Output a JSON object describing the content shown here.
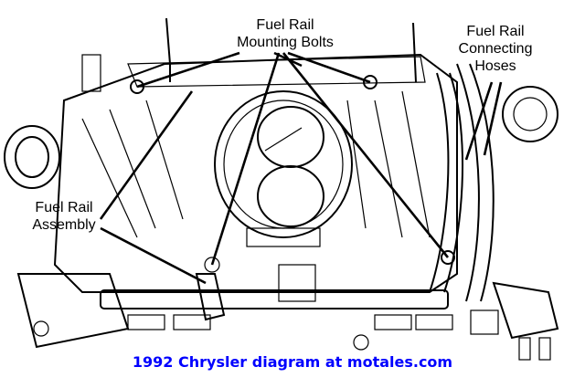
{
  "callouts": {
    "mounting_bolts": [
      "Fuel Rail",
      "Mounting Bolts"
    ],
    "connecting_hoses": [
      "Fuel Rail",
      "Connecting",
      "Hoses"
    ],
    "rail_assembly": [
      "Fuel Rail",
      "Assembly"
    ]
  },
  "caption": "1992 Chrysler diagram at motales.com",
  "colors": {
    "ink": "#000000",
    "caption": "#0000ff",
    "background": "#ffffff"
  }
}
